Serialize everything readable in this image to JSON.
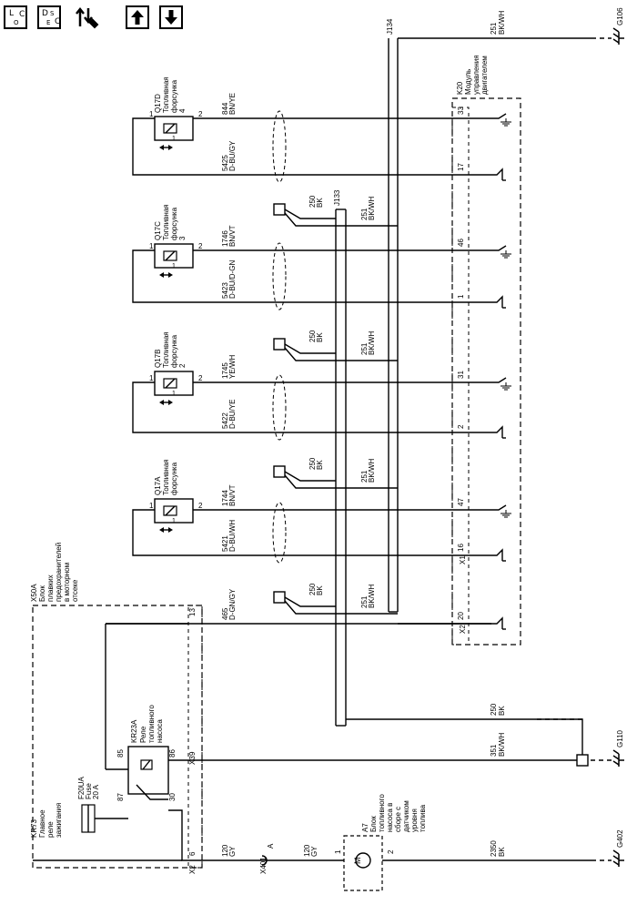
{
  "toolbar": {
    "loc": {
      "a": "L",
      "b": "O",
      "c": "C"
    },
    "desc": {
      "a": "D",
      "b": "E",
      "c": "S",
      "d": "C"
    }
  },
  "grounds": {
    "g106": "G106",
    "g110": "G110",
    "g402": "G402"
  },
  "connectors": {
    "j133": "J133",
    "j134": "J134",
    "x1": "X1",
    "x2": "X2",
    "x3": "X3",
    "x2_left": "X2",
    "x401": "X401",
    "x401_pin": "A"
  },
  "module": {
    "id": "K20",
    "name": "Модуль управления двигателем",
    "pins": [
      "33",
      "17",
      "46",
      "1",
      "31",
      "2",
      "47",
      "16",
      "20"
    ]
  },
  "fuse_block": {
    "id": "X50A",
    "name": "Блок плавких предохранителей в моторном отсеке",
    "pin13": "13",
    "pin9": "9",
    "pin6": "6"
  },
  "relay_main": {
    "id": "KR73",
    "name": "Главное реле зажигания"
  },
  "fuse": {
    "id": "F20UA",
    "label": "Fuse",
    "rating": "20 A"
  },
  "relay_pump": {
    "id": "KR23A",
    "name": "Реле топливного насоса",
    "p85": "85",
    "p86": "86",
    "p87": "87",
    "p30": "30"
  },
  "pump": {
    "id": "A7",
    "name": "Блок топливного насоса в сборе с датчиком уровня топлива",
    "p1": "1",
    "p2": "2"
  },
  "injectors": [
    {
      "id": "Q17D",
      "name": "Топливная форсунка 4",
      "pin1": "1",
      "pin2": "2",
      "ctrl_circuit": "844",
      "ctrl_color": "BN/YE",
      "feed_circuit": "5425",
      "feed_color": "D-BU/GY",
      "shield_circuit": "250",
      "shield_color": "BK",
      "gnd_circuit": "251",
      "gnd_color": "BK/WH"
    },
    {
      "id": "Q17C",
      "name": "Топливная форсунка 3",
      "pin1": "1",
      "pin2": "2",
      "ctrl_circuit": "1746",
      "ctrl_color": "BN/VT",
      "feed_circuit": "5423",
      "feed_color": "D-BU/D-GN",
      "shield_circuit": "250",
      "shield_color": "BK",
      "gnd_circuit": "251",
      "gnd_color": "BK/WH"
    },
    {
      "id": "Q17B",
      "name": "Топливная форсунка 2",
      "pin1": "1",
      "pin2": "2",
      "ctrl_circuit": "1745",
      "ctrl_color": "YE/WH",
      "feed_circuit": "5422",
      "feed_color": "D-BU/YE",
      "shield_circuit": "250",
      "shield_color": "BK",
      "gnd_circuit": "251",
      "gnd_color": "BK/WH"
    },
    {
      "id": "Q17A",
      "name": "Топливная форсунка",
      "pin1": "1",
      "pin2": "2",
      "ctrl_circuit": "1744",
      "ctrl_color": "BN/VT",
      "feed_circuit": "5421",
      "feed_color": "D-BU/WH",
      "shield_circuit": "250",
      "shield_color": "BK",
      "gnd_circuit": "251",
      "gnd_color": "BK/WH"
    }
  ],
  "wires": {
    "top_gnd": {
      "circuit": "251",
      "color": "BK/WH"
    },
    "feed_main": {
      "circuit": "465",
      "color": "D-GN/GY"
    },
    "bus_gnd": {
      "circuit": "250",
      "color": "BK"
    },
    "relay_ctrl": {
      "circuit": "351",
      "color": "BK/WH"
    },
    "pump_pos": {
      "circuit": "120",
      "color": "GY"
    },
    "pump_pos2": {
      "circuit": "120",
      "color": "GY"
    },
    "pump_gnd": {
      "circuit": "2350",
      "color": "BK"
    },
    "inj_x1_gnd": {
      "circuit": "251",
      "color": "BK/WH"
    }
  }
}
